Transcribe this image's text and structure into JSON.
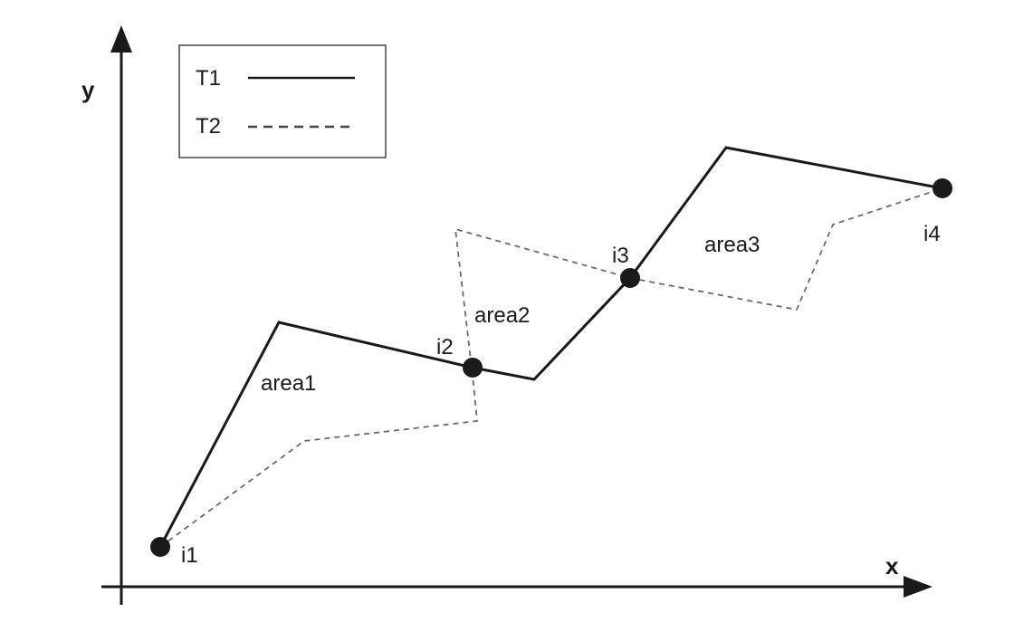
{
  "axes": {
    "x_label": "x",
    "y_label": "y"
  },
  "legend": {
    "t1": "T1",
    "t2": "T2"
  },
  "points": {
    "i1": "i1",
    "i2": "i2",
    "i3": "i3",
    "i4": "i4"
  },
  "areas": {
    "area1": "area1",
    "area2": "area2",
    "area3": "area3"
  },
  "colors": {
    "line": "#1a1a1a",
    "dashed": "#6a6a6a"
  }
}
